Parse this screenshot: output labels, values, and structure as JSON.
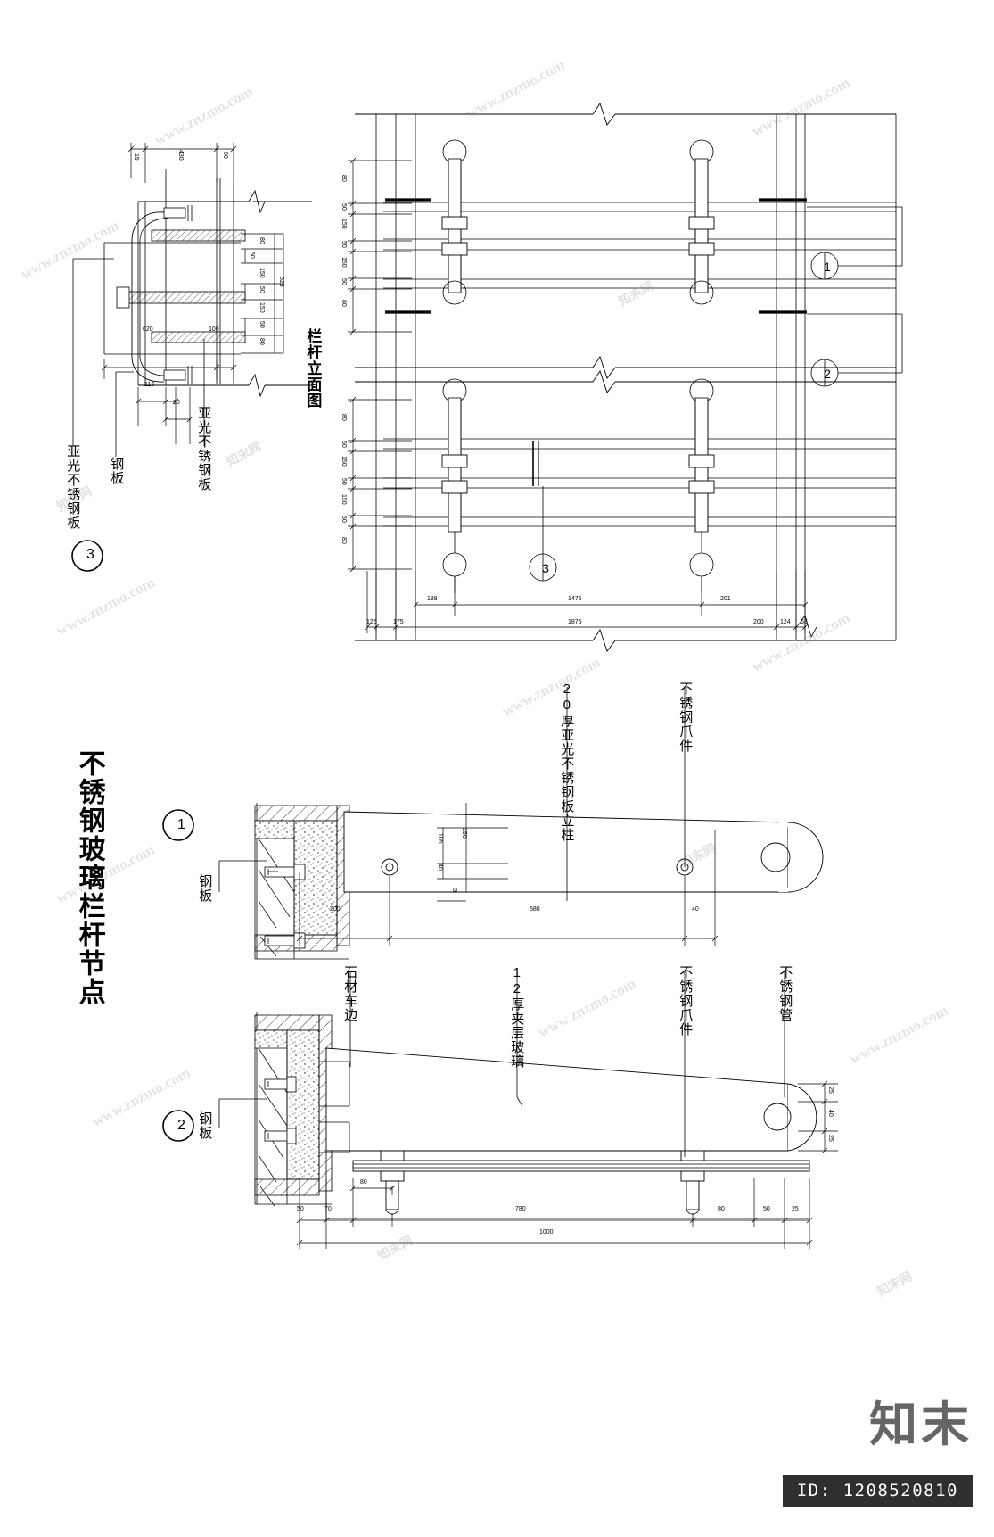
{
  "drawing": {
    "title": "不锈钢玻璃栏杆节点",
    "elevation_title": "栏杆立面图",
    "id_label": "ID: 1208520810",
    "watermark_texts": [
      "www.znzmo.com",
      "知末网",
      "www.znzmo.com",
      "知末网"
    ],
    "brand": "知末"
  },
  "detail_bubbles": [
    {
      "id": "1",
      "name": "detail-bubble-1"
    },
    {
      "id": "2",
      "name": "detail-bubble-2"
    },
    {
      "id": "3",
      "name": "detail-bubble-3"
    }
  ],
  "detail3": {
    "bubble": "3",
    "labels": [
      {
        "text": "亚光不锈钢板",
        "name": "matte-stainless-plate-left"
      },
      {
        "text": "钢板",
        "name": "steel-plate-left"
      },
      {
        "text": "亚光不锈钢板",
        "name": "matte-stainless-plate-right"
      }
    ],
    "top_dims": [
      "15",
      "430",
      "50"
    ],
    "side_dims": [
      "80",
      "50",
      "150",
      "50",
      "150",
      "50",
      "80"
    ],
    "side_total": "625",
    "bottom_dims": [
      "620",
      "100"
    ],
    "lower_dims": [
      "113",
      "30"
    ]
  },
  "elevation": {
    "title": "栏杆立面图",
    "vertical_dims_upper": [
      "80",
      "50",
      "150",
      "50",
      "150",
      "50",
      "80"
    ],
    "vertical_dims_lower": [
      "80",
      "50",
      "150",
      "50",
      "150",
      "50",
      "80"
    ],
    "bottom_dims_row1": [
      "188",
      "1475",
      "201"
    ],
    "bottom_dims_row2": [
      "125",
      "175",
      "1875",
      "200",
      "124",
      "63"
    ],
    "callouts": [
      {
        "id": "1",
        "name": "elevation-callout-1"
      },
      {
        "id": "2",
        "name": "elevation-callout-2"
      },
      {
        "id": "3",
        "name": "elevation-callout-3"
      }
    ]
  },
  "detail1": {
    "bubble": "1",
    "labels": [
      {
        "text": "20厚亚光不锈钢板立柱",
        "name": "post-20mm-matte-stainless"
      },
      {
        "text": "不锈钢爪件",
        "name": "stainless-spider-fitting"
      },
      {
        "text": "钢板",
        "name": "steel-plate"
      }
    ],
    "dims": [
      "200",
      "580",
      "40",
      "105",
      "150",
      "40",
      "5"
    ]
  },
  "detail2": {
    "bubble": "2",
    "labels": [
      {
        "text": "石材车边",
        "name": "stone-bevel-edge"
      },
      {
        "text": "12厚夹层玻璃",
        "name": "laminated-glass-12mm"
      },
      {
        "text": "不锈钢爪件",
        "name": "stainless-spider-fitting-2"
      },
      {
        "text": "不锈钢管",
        "name": "stainless-tube"
      },
      {
        "text": "钢板",
        "name": "steel-plate-2"
      }
    ],
    "dims_bottom": [
      "50",
      "70",
      "780",
      "80",
      "50",
      "25"
    ],
    "dim_overall": "1000",
    "dim_inner": "80",
    "dims_right": [
      "25",
      "40",
      "25"
    ]
  }
}
